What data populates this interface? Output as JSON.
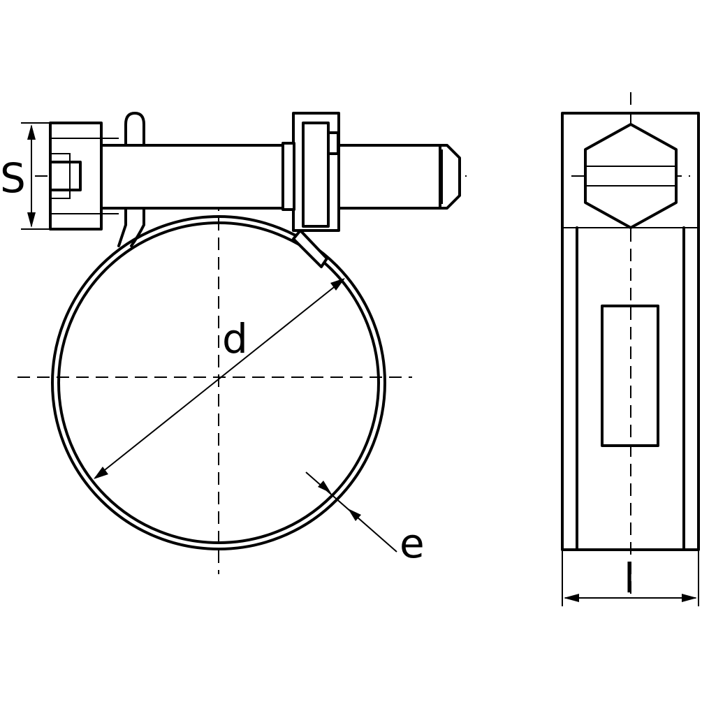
{
  "labels": {
    "s": "S",
    "d": "d",
    "e": "e",
    "l": "l"
  }
}
